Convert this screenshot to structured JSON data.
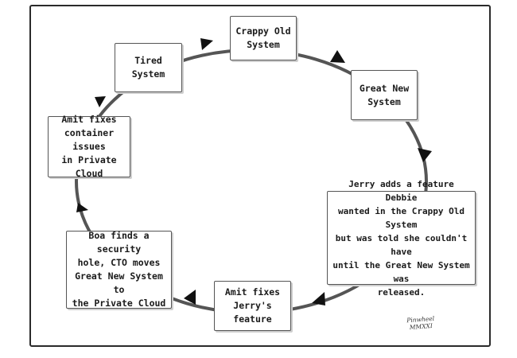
{
  "diagram": {
    "nodes": [
      {
        "id": "crappy-old-system",
        "label": "Crappy Old\nSystem"
      },
      {
        "id": "great-new-system",
        "label": "Great New\nSystem"
      },
      {
        "id": "jerry-adds-feature",
        "label": "Jerry adds a feature Debbie\nwanted in the Crappy Old System\nbut was told she couldn't have\nuntil the Great New System was\nreleased."
      },
      {
        "id": "amit-fixes-jerry",
        "label": "Amit fixes\nJerry's feature"
      },
      {
        "id": "boa-finds-hole",
        "label": "Boa finds a security\nhole, CTO moves\nGreat New System to\nthe Private Cloud"
      },
      {
        "id": "amit-fixes-container",
        "label": "Amit fixes\ncontainer issues\nin Private Cloud"
      },
      {
        "id": "tired-system",
        "label": "Tired System"
      }
    ],
    "flow": "clockwise cycle",
    "colors": {
      "line": "#555555",
      "arrow": "#111111",
      "border": "#2a2a2a"
    }
  },
  "signature": {
    "line1": "Pinwheel",
    "line2": "MMXXI"
  }
}
